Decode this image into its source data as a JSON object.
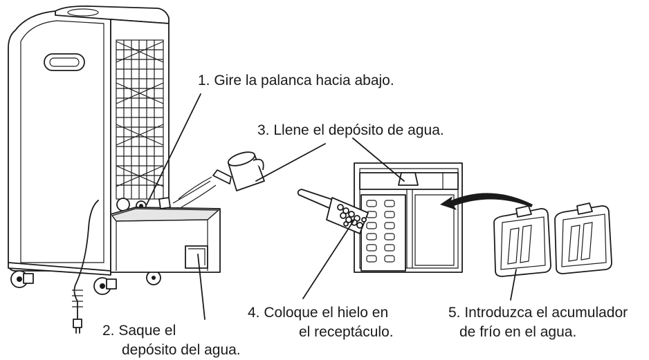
{
  "steps": {
    "step1": {
      "line1": "1. Gire la palanca hacia abajo."
    },
    "step2": {
      "line1": "2. Saque el",
      "line2": "depósito del agua."
    },
    "step3": {
      "line1": "3. Llene el depósito de agua."
    },
    "step4": {
      "line1": "4. Coloque el hielo en",
      "line2": "el receptáculo."
    },
    "step5": {
      "line1": "5. Introduzca el acumulador",
      "line2": "de frío en el agua."
    }
  }
}
